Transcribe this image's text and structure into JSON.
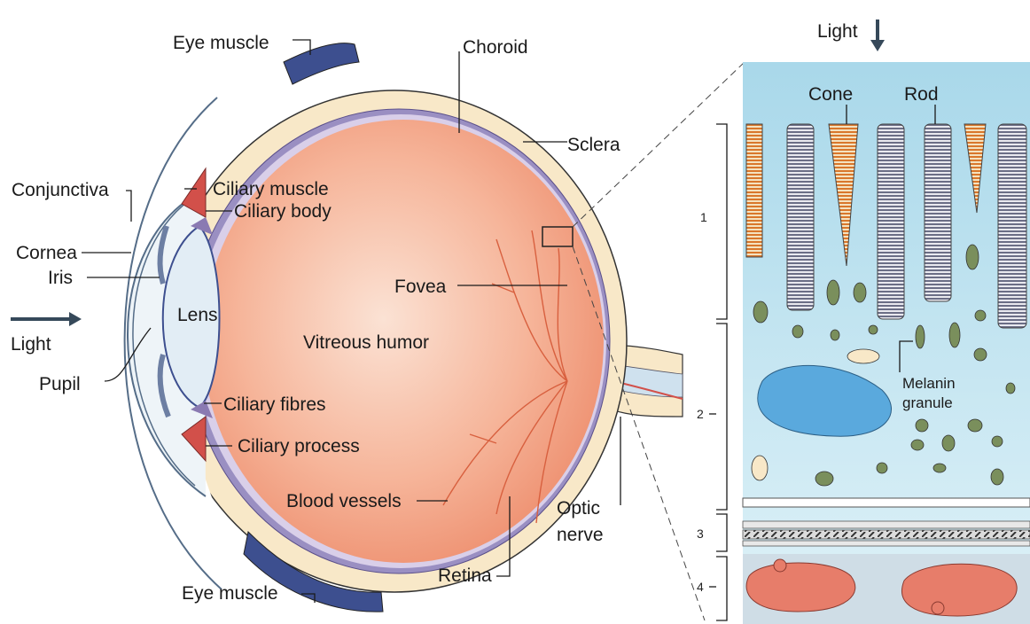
{
  "eye_labels": {
    "eye_muscle_top": "Eye muscle",
    "choroid": "Choroid",
    "sclera": "Sclera",
    "conjunctiva": "Conjunctiva",
    "ciliary_muscle": "Ciliary muscle",
    "ciliary_body": "Ciliary body",
    "cornea": "Cornea",
    "iris": "Iris",
    "lens": "Lens",
    "fovea": "Fovea",
    "light_left": "Light",
    "vitreous_humor": "Vitreous humor",
    "pupil": "Pupil",
    "ciliary_fibres": "Ciliary fibres",
    "ciliary_process": "Ciliary process",
    "blood_vessels": "Blood vessels",
    "optic_nerve_1": "Optic",
    "optic_nerve_2": "nerve",
    "retina": "Retina",
    "eye_muscle_bottom": "Eye muscle"
  },
  "inset_labels": {
    "light": "Light",
    "cone": "Cone",
    "rod": "Rod",
    "melanin_1": "Melanin",
    "melanin_2": "granule",
    "layer_1": "1",
    "layer_2": "2",
    "layer_3": "3",
    "layer_4": "4"
  },
  "colors": {
    "vitreous": "#f6b59a",
    "sclera": "#f8e8c8",
    "choroid": "#9a8fc2",
    "muscle": "#3d4f8f",
    "ciliary": "#d2504a",
    "lens": "#e2edf5",
    "inset_bg": "#bfe3ee",
    "rod": "#6b6e86",
    "cone": "#d9772b",
    "melanin": "#7a8f5c",
    "nucleus": "#5aa9dd",
    "blood_cell": "#e77d6a"
  }
}
